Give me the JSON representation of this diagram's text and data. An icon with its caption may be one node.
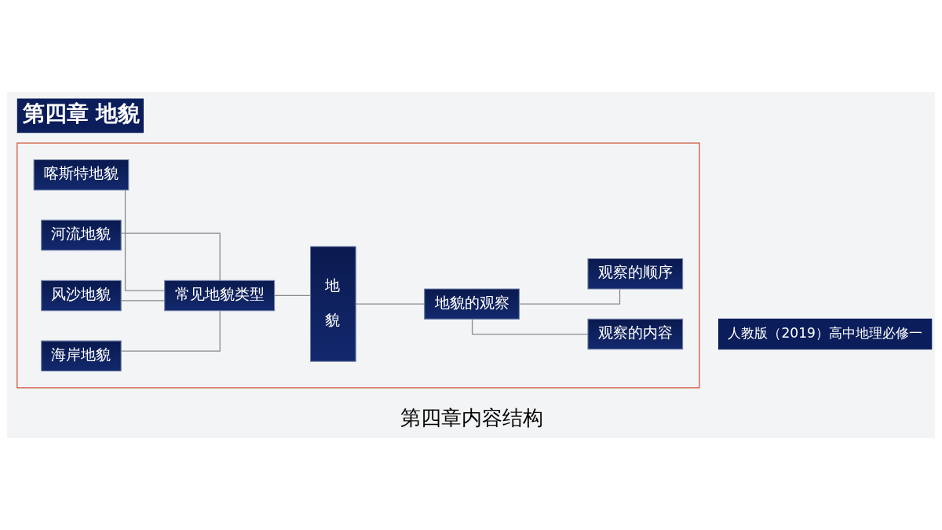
{
  "diagram": {
    "title": "第四章 地貌",
    "caption": "第四章内容结构",
    "nodes": [
      {
        "text": [],
        "shape": "box"
      },
      {
        "text": [
          "喀斯特地貌"
        ],
        "in": 0
      },
      {
        "text": [
          "河流地貌"
        ],
        "in": 0
      },
      {
        "text": [
          "风沙地貌"
        ],
        "in": 0
      },
      {
        "text": [
          "海岸地貌"
        ],
        "in": 0
      },
      {
        "text": [
          "常见地貌类型"
        ],
        "in": 0
      },
      {
        "text": [
          "地貌"
        ],
        "in": 0
      },
      {
        "text": [
          "地貌的观察"
        ],
        "in": 0
      },
      {
        "text": [
          "观察的顺序"
        ],
        "in": 0
      },
      {
        "text": [
          "观察的内容"
        ],
        "in": 0
      }
    ],
    "edges": [
      {
        "from": 1,
        "to": 5,
        "arrow": "none"
      },
      {
        "from": 2,
        "to": 5,
        "arrow": "none"
      },
      {
        "from": 3,
        "to": 5,
        "arrow": "none"
      },
      {
        "from": 4,
        "to": 5,
        "arrow": "none"
      },
      {
        "from": 5,
        "to": 6,
        "arrow": "none"
      },
      {
        "from": 6,
        "to": 7,
        "arrow": "none"
      },
      {
        "from": 7,
        "to": 8,
        "arrow": "none"
      },
      {
        "from": 7,
        "to": 9,
        "arrow": "none"
      }
    ],
    "labels": [
      "人教版（2019）高中地理必修一"
    ]
  }
}
